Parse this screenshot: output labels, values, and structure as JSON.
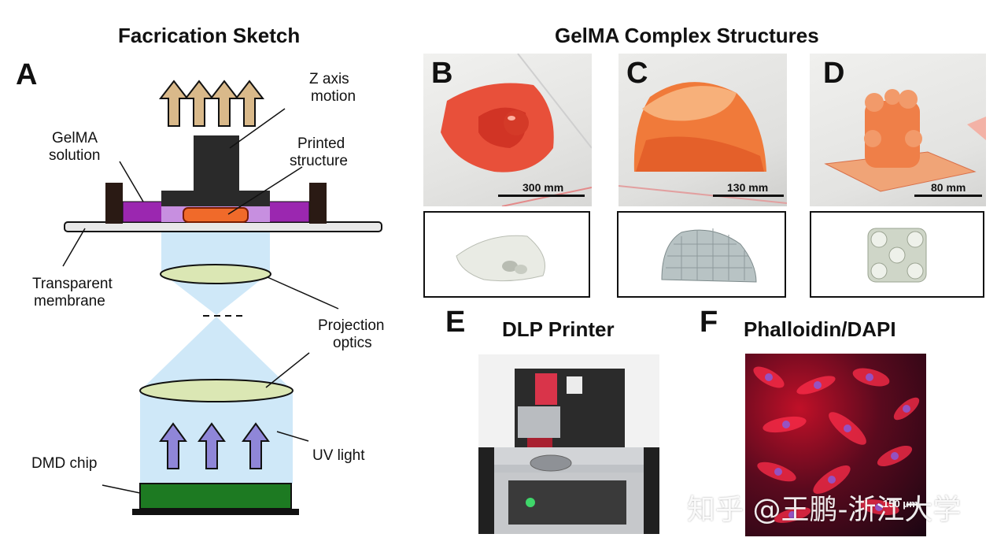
{
  "panel_a": {
    "title": "Facrication Sketch",
    "letter": "A",
    "labels": {
      "z_axis": [
        "Z axis",
        "motion"
      ],
      "gelma": [
        "GelMA",
        "solution"
      ],
      "printed": [
        "Printed",
        "structure"
      ],
      "membrane": [
        "Transparent",
        "membrane"
      ],
      "projection": [
        "Projection",
        "optics"
      ],
      "uv": "UV light",
      "dmd": "DMD chip"
    },
    "colors": {
      "up_arrow": "#d9b98a",
      "uv_arrow": "#8f86d8",
      "gelma": "#9b27b0",
      "printed": "#f06a2a",
      "beam": "#cfe8f8",
      "lens": "#dbe7b4",
      "dmd": "#1d7a22"
    }
  },
  "panel_gelma": {
    "title": "GelMA Complex Structures",
    "items": [
      {
        "letter": "B",
        "scale": "300 mm"
      },
      {
        "letter": "C",
        "scale": "130 mm"
      },
      {
        "letter": "D",
        "scale": "80 mm"
      }
    ]
  },
  "panel_e": {
    "letter": "E",
    "title": "DLP Printer"
  },
  "panel_f": {
    "letter": "F",
    "title": "Phalloidin/DAPI",
    "scale": "150 μm"
  },
  "watermark": "知乎 @王鹏-浙江大学"
}
